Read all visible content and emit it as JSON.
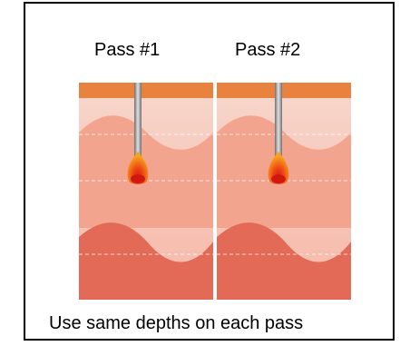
{
  "labels": {
    "pass_1": "Pass #1",
    "pass_2": "Pass #2",
    "caption": "Use same depths on each pass"
  },
  "colors": {
    "border": "#000000",
    "surface_layer": "#e9823f",
    "tissue_light": "#f9c4b4",
    "tissue_mid": "#f29a85",
    "tissue_dark": "#e15f4c",
    "probe_metal": "#8f8f8f",
    "flame_outer": "#f59a1c",
    "flame_core": "#d41c12",
    "depth_lines": "#ffffff"
  }
}
